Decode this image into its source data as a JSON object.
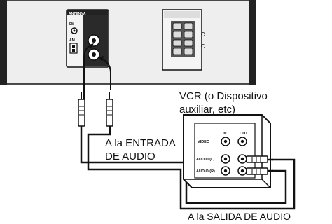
{
  "labels": {
    "vcr_line1": "VCR (o Dispositivo",
    "vcr_line2": "auxiliar, etc)",
    "entrada_line1": "A la ENTRADA",
    "entrada_line2": "DE AUDIO",
    "salida": "A la SALIDA DE AUDIO"
  },
  "unit_panel": {
    "antenna_label": "ANTENNA",
    "fm_label": "FM",
    "am_label": "AM"
  },
  "vcr_panel": {
    "in_label": "IN",
    "out_label": "OUT",
    "video_label": "VIDEO",
    "audio_l_label": "AUDIO (L)",
    "audio_r_label": "AUDIO (R)"
  },
  "colors": {
    "line": "#111111",
    "panel_fill": "#eeeeee",
    "dark_panel": "#2a2a2a"
  }
}
